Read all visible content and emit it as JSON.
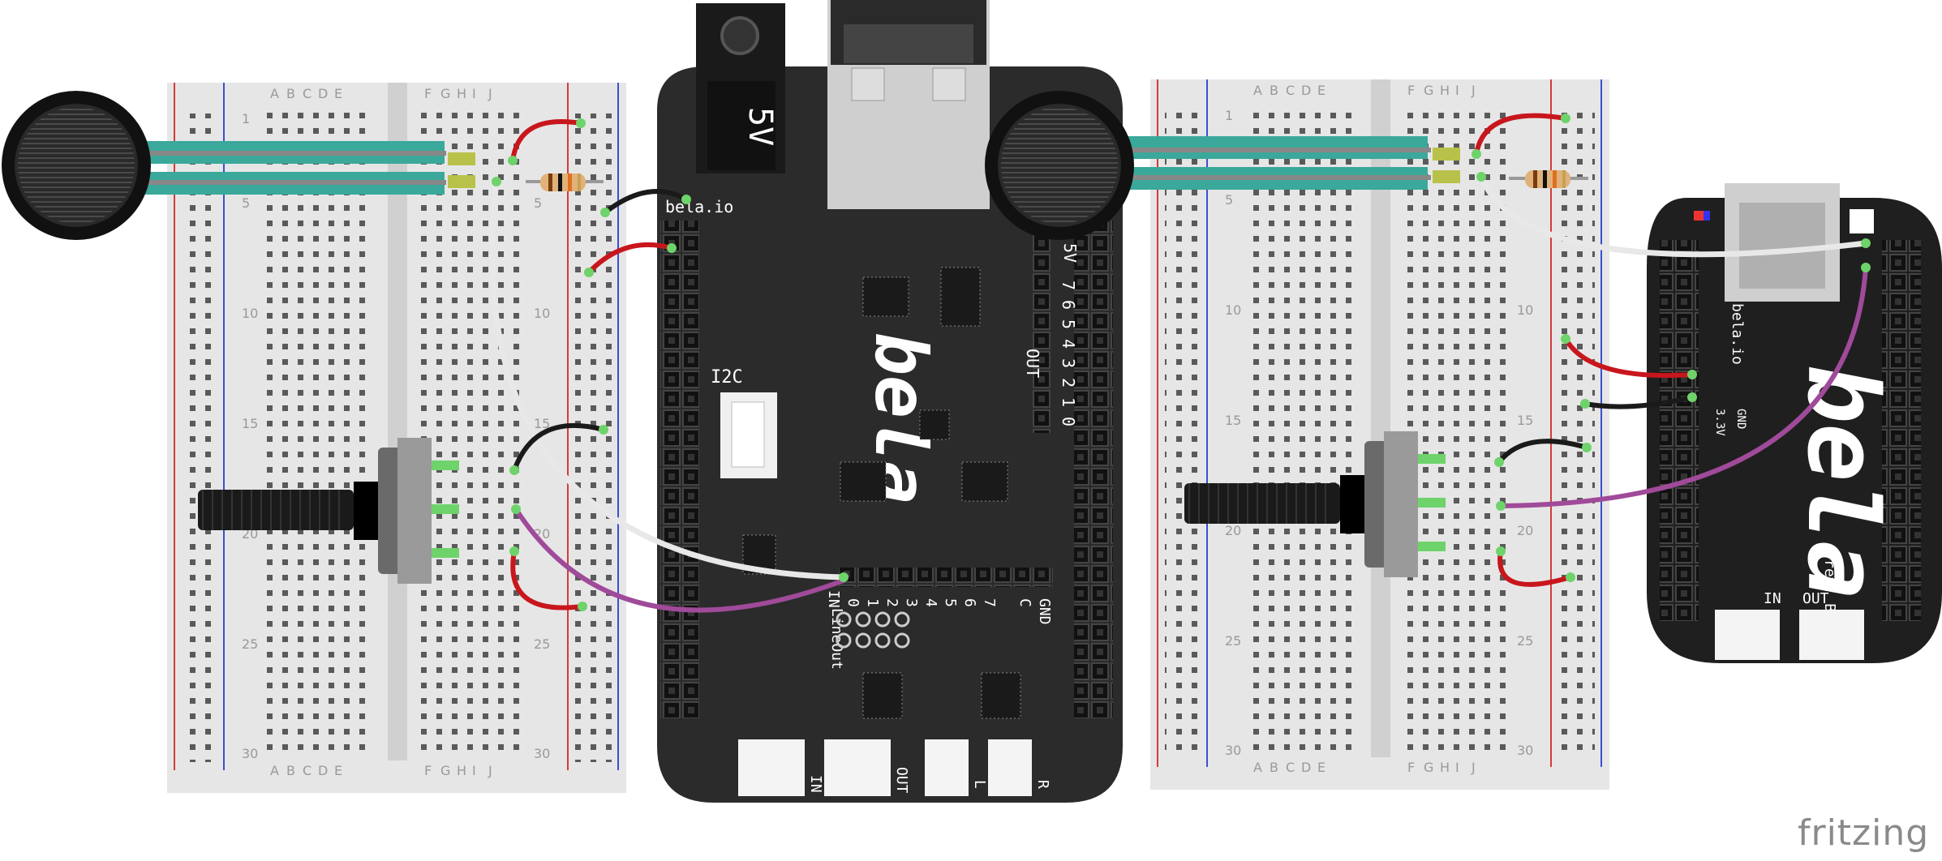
{
  "breadboard": {
    "column_letters_left": [
      "A",
      "B",
      "C",
      "D",
      "E"
    ],
    "column_letters_right": [
      "F",
      "G",
      "H",
      "I",
      "J"
    ],
    "row_numbers": [
      "1",
      "5",
      "10",
      "15",
      "20",
      "25",
      "30"
    ]
  },
  "bela_board": {
    "power_label": "5V",
    "brand_url": "bela.io",
    "logo_text": "bela",
    "i2c_label": "I2C",
    "digital_out_pins": [
      "5V",
      "7",
      "6",
      "5",
      "4",
      "3",
      "2",
      "1",
      "0"
    ],
    "digital_out_label": "OUT",
    "analog_in_pins": [
      "IN",
      "0",
      "1",
      "2",
      "3",
      "4",
      "5",
      "6",
      "7",
      "C",
      "GND"
    ],
    "lineout_label": "LineOut",
    "audio_in_label": "IN",
    "audio_out_label": "OUT",
    "speaker_l_label": "L",
    "speaker_r_label": "R"
  },
  "bela_mini": {
    "brand_url": "bela.io",
    "logo_text": "bela",
    "revision": "rev. B1",
    "pin_33v": "3.3V",
    "pin_gnd": "GND",
    "audio_in_label": "IN",
    "audio_out_label": "OUT"
  },
  "footer": {
    "logo": "fritzing"
  },
  "colors": {
    "board_dark": "#2b2b2b",
    "breadboard": "#e8e8e8",
    "rail_red": "#d43a3a",
    "rail_blue": "#3a4fd4",
    "wire_red": "#c8161d",
    "wire_black": "#1a1a1a",
    "wire_white": "#f4f4f4",
    "wire_purple": "#a04a9a",
    "fsr_teal": "#3aa89a",
    "pin_green": "#6ed36a"
  }
}
